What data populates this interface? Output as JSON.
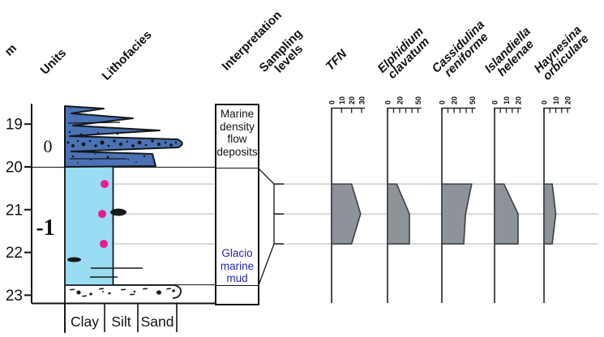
{
  "figure": {
    "headers": {
      "depth": "m",
      "units": "Units",
      "lithofacies": "Lithofacies",
      "interpretation": "Interpretation",
      "sampling": "Sampling\nlevels"
    },
    "interpretation": {
      "upper": "Marine\ndensity\nflow\ndeposits",
      "lower": "Glacio\nmarine\nmud",
      "lower_color": "#2525b0"
    },
    "unit_labels": {
      "upper": "0",
      "lower": "-1"
    },
    "grain_sizes": [
      "Clay",
      "Silt",
      "Sand"
    ],
    "colors": {
      "density_flow_blue": "#4a72b5",
      "glaciomarine_cyan": "#9adcf1",
      "sample_dot_pink": "#ec1a8c",
      "abundance_gray": "#8e939a",
      "gridline_gray": "#b4b4b4",
      "line_black": "#15181b"
    }
  },
  "chart_data": {
    "type": "area",
    "orientation": "horizontal-depth-log",
    "grid": "on",
    "depth_axis": {
      "label": "m",
      "ticks": [
        19,
        20,
        21,
        22,
        23
      ],
      "range": [
        18.9,
        23.2
      ]
    },
    "sampling_depths_m": [
      20.4,
      21.1,
      21.8
    ],
    "lithology_units": [
      {
        "unit": "0",
        "top_m": 19,
        "base_m": 20
      },
      {
        "unit": "-1",
        "top_m": 20,
        "base_m": 23
      }
    ],
    "series": [
      {
        "name": "TFN",
        "name_lines": [
          "TFN"
        ],
        "axis_max": 30,
        "tick_step": 10,
        "labeled_ticks": [
          0,
          10,
          20,
          30
        ],
        "depths_m": [
          20.4,
          21.1,
          21.8
        ],
        "values": [
          20,
          29,
          20
        ]
      },
      {
        "name": "Elphidium clavatum",
        "name_lines": [
          "Elphidium",
          "clavatum"
        ],
        "axis_max": 50,
        "tick_step": 10,
        "labeled_ticks": [
          0,
          20,
          50
        ],
        "depths_m": [
          20.4,
          21.1,
          21.8
        ],
        "values": [
          15,
          36,
          36
        ]
      },
      {
        "name": "Cassidulina reniforme",
        "name_lines": [
          "Cassidulina",
          "reniforme"
        ],
        "axis_max": 50,
        "tick_step": 10,
        "labeled_ticks": [
          0,
          20,
          50
        ],
        "depths_m": [
          20.4,
          21.1,
          21.8
        ],
        "values": [
          49,
          39,
          36
        ]
      },
      {
        "name": "Islandiella helenae",
        "name_lines": [
          "Islandiella",
          "helenae"
        ],
        "axis_max": 20,
        "tick_step": 5,
        "labeled_ticks": [
          0,
          10,
          20
        ],
        "depths_m": [
          20.4,
          21.1,
          21.8
        ],
        "values": [
          8,
          20,
          20
        ]
      },
      {
        "name": "Haynesina orbiculare",
        "name_lines": [
          "Haynesina",
          "orbiculare"
        ],
        "axis_max": 20,
        "tick_step": 5,
        "labeled_ticks": [
          0,
          10,
          20
        ],
        "depths_m": [
          20.4,
          21.1,
          21.8
        ],
        "values": [
          7,
          10,
          7
        ]
      }
    ]
  }
}
